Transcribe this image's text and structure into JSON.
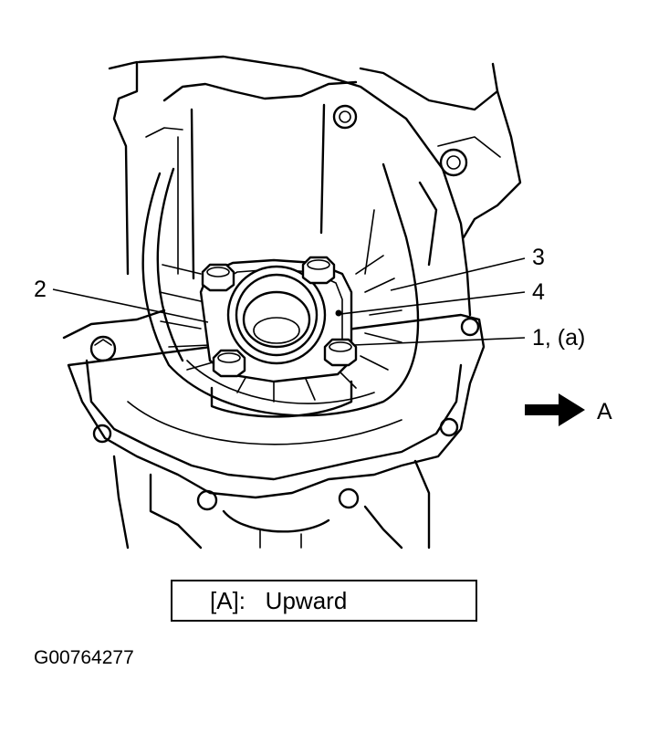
{
  "callouts": {
    "c2": "2",
    "c3": "3",
    "c4": "4",
    "c1a": "1, (a)",
    "arrow_label": "A"
  },
  "legend": {
    "text": "[A]:   Upward"
  },
  "figure_code": "G00764277"
}
